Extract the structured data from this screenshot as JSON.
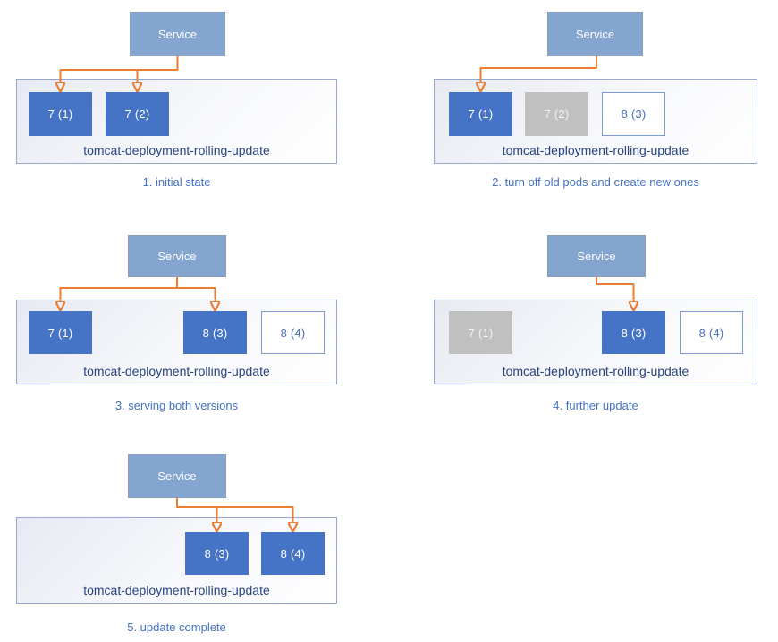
{
  "colors": {
    "pod_active": "#4573C5",
    "pod_inactive": "#BFBFBF",
    "pod_pending_border": "#7D9AD2",
    "pod_pending_text": "#4A70BD",
    "service_fill": "#84A5D0",
    "arrow": "#ED7D31",
    "caption_text": "#4372C4",
    "deployment_label_text": "#27447F"
  },
  "panels": [
    {
      "caption": "1. initial state",
      "service_label": "Service",
      "deployment_label": "tomcat-deployment-rolling-update",
      "pods": [
        {
          "label": "7 (1)",
          "state": "active"
        },
        {
          "label": "7 (2)",
          "state": "active"
        }
      ]
    },
    {
      "caption": "2. turn off old pods and create new ones",
      "service_label": "Service",
      "deployment_label": "tomcat-deployment-rolling-update",
      "pods": [
        {
          "label": "7 (1)",
          "state": "active"
        },
        {
          "label": "7 (2)",
          "state": "inactive"
        },
        {
          "label": "8 (3)",
          "state": "pending"
        }
      ]
    },
    {
      "caption": "3. serving both versions",
      "service_label": "Service",
      "deployment_label": "tomcat-deployment-rolling-update",
      "pods": [
        {
          "label": "7 (1)",
          "state": "active"
        },
        {
          "label": "8 (3)",
          "state": "active"
        },
        {
          "label": "8 (4)",
          "state": "pending"
        }
      ]
    },
    {
      "caption": "4. further update",
      "service_label": "Service",
      "deployment_label": "tomcat-deployment-rolling-update",
      "pods": [
        {
          "label": "7 (1)",
          "state": "inactive"
        },
        {
          "label": "8 (3)",
          "state": "active"
        },
        {
          "label": "8 (4)",
          "state": "pending"
        }
      ]
    },
    {
      "caption": "5. update complete",
      "service_label": "Service",
      "deployment_label": "tomcat-deployment-rolling-update",
      "pods": [
        {
          "label": "8 (3)",
          "state": "active"
        },
        {
          "label": "8 (4)",
          "state": "active"
        }
      ]
    }
  ]
}
